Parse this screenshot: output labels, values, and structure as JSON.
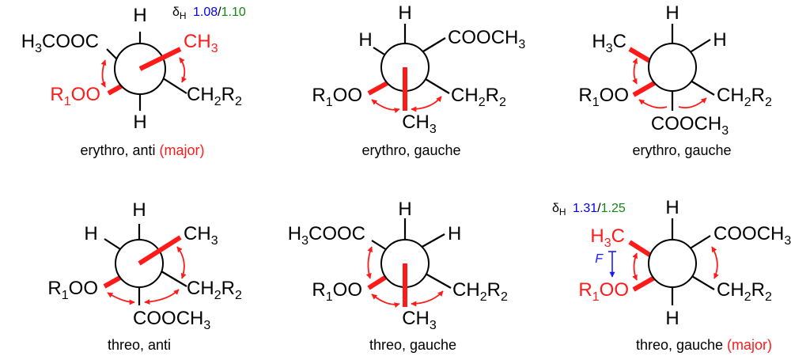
{
  "colors": {
    "highlight": "#ff1a1a",
    "shift_a": "#0000ee",
    "shift_b": "#118811",
    "text": "#000000"
  },
  "labels": {
    "H": "H",
    "H3C": "H3C",
    "CH3": "CH3",
    "R1OO": "R1OO",
    "CH2R2": "CH2R2",
    "COOCH3": "COOCH3",
    "H3COOC": "H3COOC"
  },
  "nmr": [
    {
      "symbol": "δH",
      "value_a": "1.08",
      "sep": "/",
      "value_b": "1.10"
    },
    {
      "symbol": "δH",
      "value_a": "1.31",
      "sep": "/",
      "value_b": "1.25"
    }
  ],
  "force_label": "F",
  "conformers": [
    {
      "caption": "erythro, anti",
      "highlight": "(major)"
    },
    {
      "caption": "erythro, gauche",
      "highlight": ""
    },
    {
      "caption": "erythro, gauche",
      "highlight": ""
    },
    {
      "caption": "threo, anti",
      "highlight": ""
    },
    {
      "caption": "threo, gauche",
      "highlight": ""
    },
    {
      "caption": "threo, gauche",
      "highlight": "(major)"
    }
  ]
}
